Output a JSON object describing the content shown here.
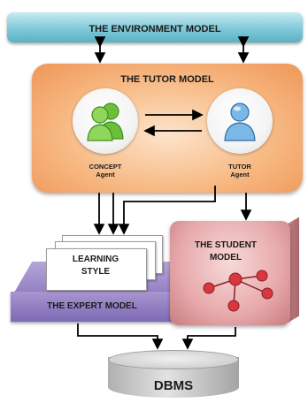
{
  "environment_model": {
    "label": "THE ENVIRONMENT MODEL"
  },
  "tutor_model": {
    "label": "THE TUTOR MODEL",
    "concept_agent": {
      "name": "CONCEPT",
      "role": "Agent"
    },
    "tutor_agent": {
      "name": "TUTOR",
      "role": "Agent"
    }
  },
  "learning_style": {
    "line1": "LEARNING",
    "line2": "STYLE"
  },
  "expert_model": {
    "label": "THE EXPERT MODEL"
  },
  "student_model": {
    "line1": "THE STUDENT",
    "line2": "MODEL"
  },
  "database": {
    "label": "DBMS"
  },
  "colors": {
    "environment": "#7fc9d8",
    "tutor": "#f7b983",
    "expert": "#8d79bf",
    "student": "#e7a9ab",
    "database": "#c4c4c4",
    "network_node": "#d9363e"
  }
}
